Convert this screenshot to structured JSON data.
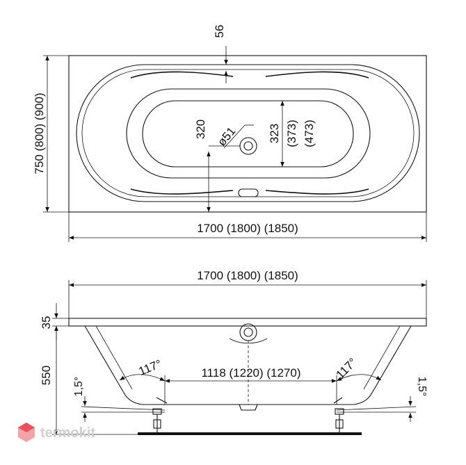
{
  "top_view": {
    "length_label": "1700 (1800) (1850)",
    "width_label": "750 (800) (900)",
    "rim_offset_label": "56",
    "drain_offset_label": "320",
    "drain_diameter_label": "ø51",
    "inner_width_label_1": "323",
    "inner_width_label_2": "(373)",
    "inner_width_label_3": "(473)"
  },
  "side_view": {
    "length_label": "1700 (1800) (1850)",
    "rim_height_label": "35",
    "depth_label": "550",
    "bottom_length_label": "1118 (1220) (1270)",
    "angle_left_label": "117°",
    "angle_right_label": "117°",
    "slope_left_label": "1,5°",
    "slope_right_label": "1,5°"
  },
  "watermark": {
    "brand": "termokit",
    "logo_color": "#e8505b"
  }
}
